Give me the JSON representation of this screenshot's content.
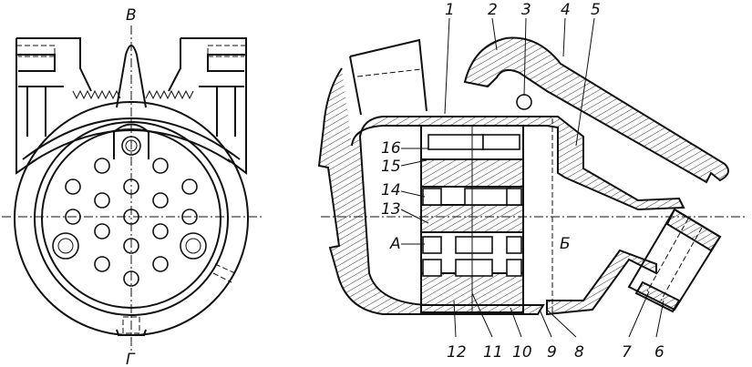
{
  "figure": {
    "left_view": {
      "section_top": "В",
      "section_bottom": "Г"
    },
    "right_view": {
      "callouts": [
        "1",
        "2",
        "3",
        "4",
        "5",
        "6",
        "7",
        "8",
        "9",
        "10",
        "11",
        "12",
        "13",
        "14",
        "15",
        "16"
      ],
      "marker_a": "А",
      "marker_b": "Б"
    }
  }
}
